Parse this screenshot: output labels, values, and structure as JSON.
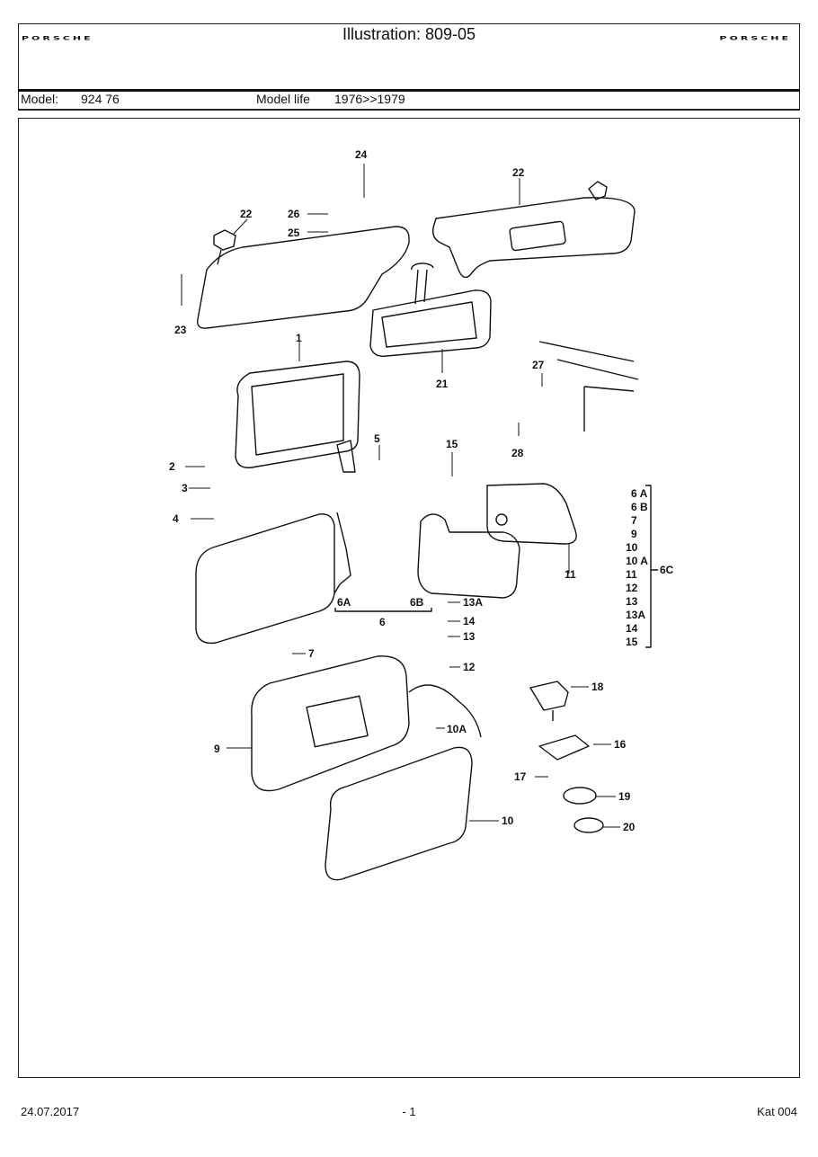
{
  "header": {
    "brand_left": "PORSCHE",
    "brand_right": "PORSCHE",
    "title": "Illustration: 809-05"
  },
  "model": {
    "label": "Model:",
    "value": "924 76",
    "life_label": "Model life",
    "life_value": "1976>>1979"
  },
  "drawing": {
    "callouts": {
      "c1": "1",
      "c2": "2",
      "c3": "3",
      "c4": "4",
      "c5": "5",
      "c6": "6",
      "c6a": "6A",
      "c6b": "6B",
      "c7": "7",
      "c9": "9",
      "c10": "10",
      "c10a": "10A",
      "c11": "11",
      "c12": "12",
      "c13": "13",
      "c13a": "13A",
      "c14": "14",
      "c15": "15",
      "c16": "16",
      "c17": "17",
      "c18": "18",
      "c19": "19",
      "c20": "20",
      "c21": "21",
      "c22a": "22",
      "c22b": "22",
      "c23": "23",
      "c24": "24",
      "c25": "25",
      "c26": "26",
      "c27": "27",
      "c28": "28"
    },
    "kit_label": "6C",
    "kit_items": [
      "6 A",
      "6 B",
      "7",
      "9",
      "10",
      "10 A",
      "11",
      "12",
      "13",
      "13A",
      "14",
      "15"
    ]
  },
  "footer": {
    "date": "24.07.2017",
    "page": "- 1",
    "catalog": "Kat 004"
  }
}
